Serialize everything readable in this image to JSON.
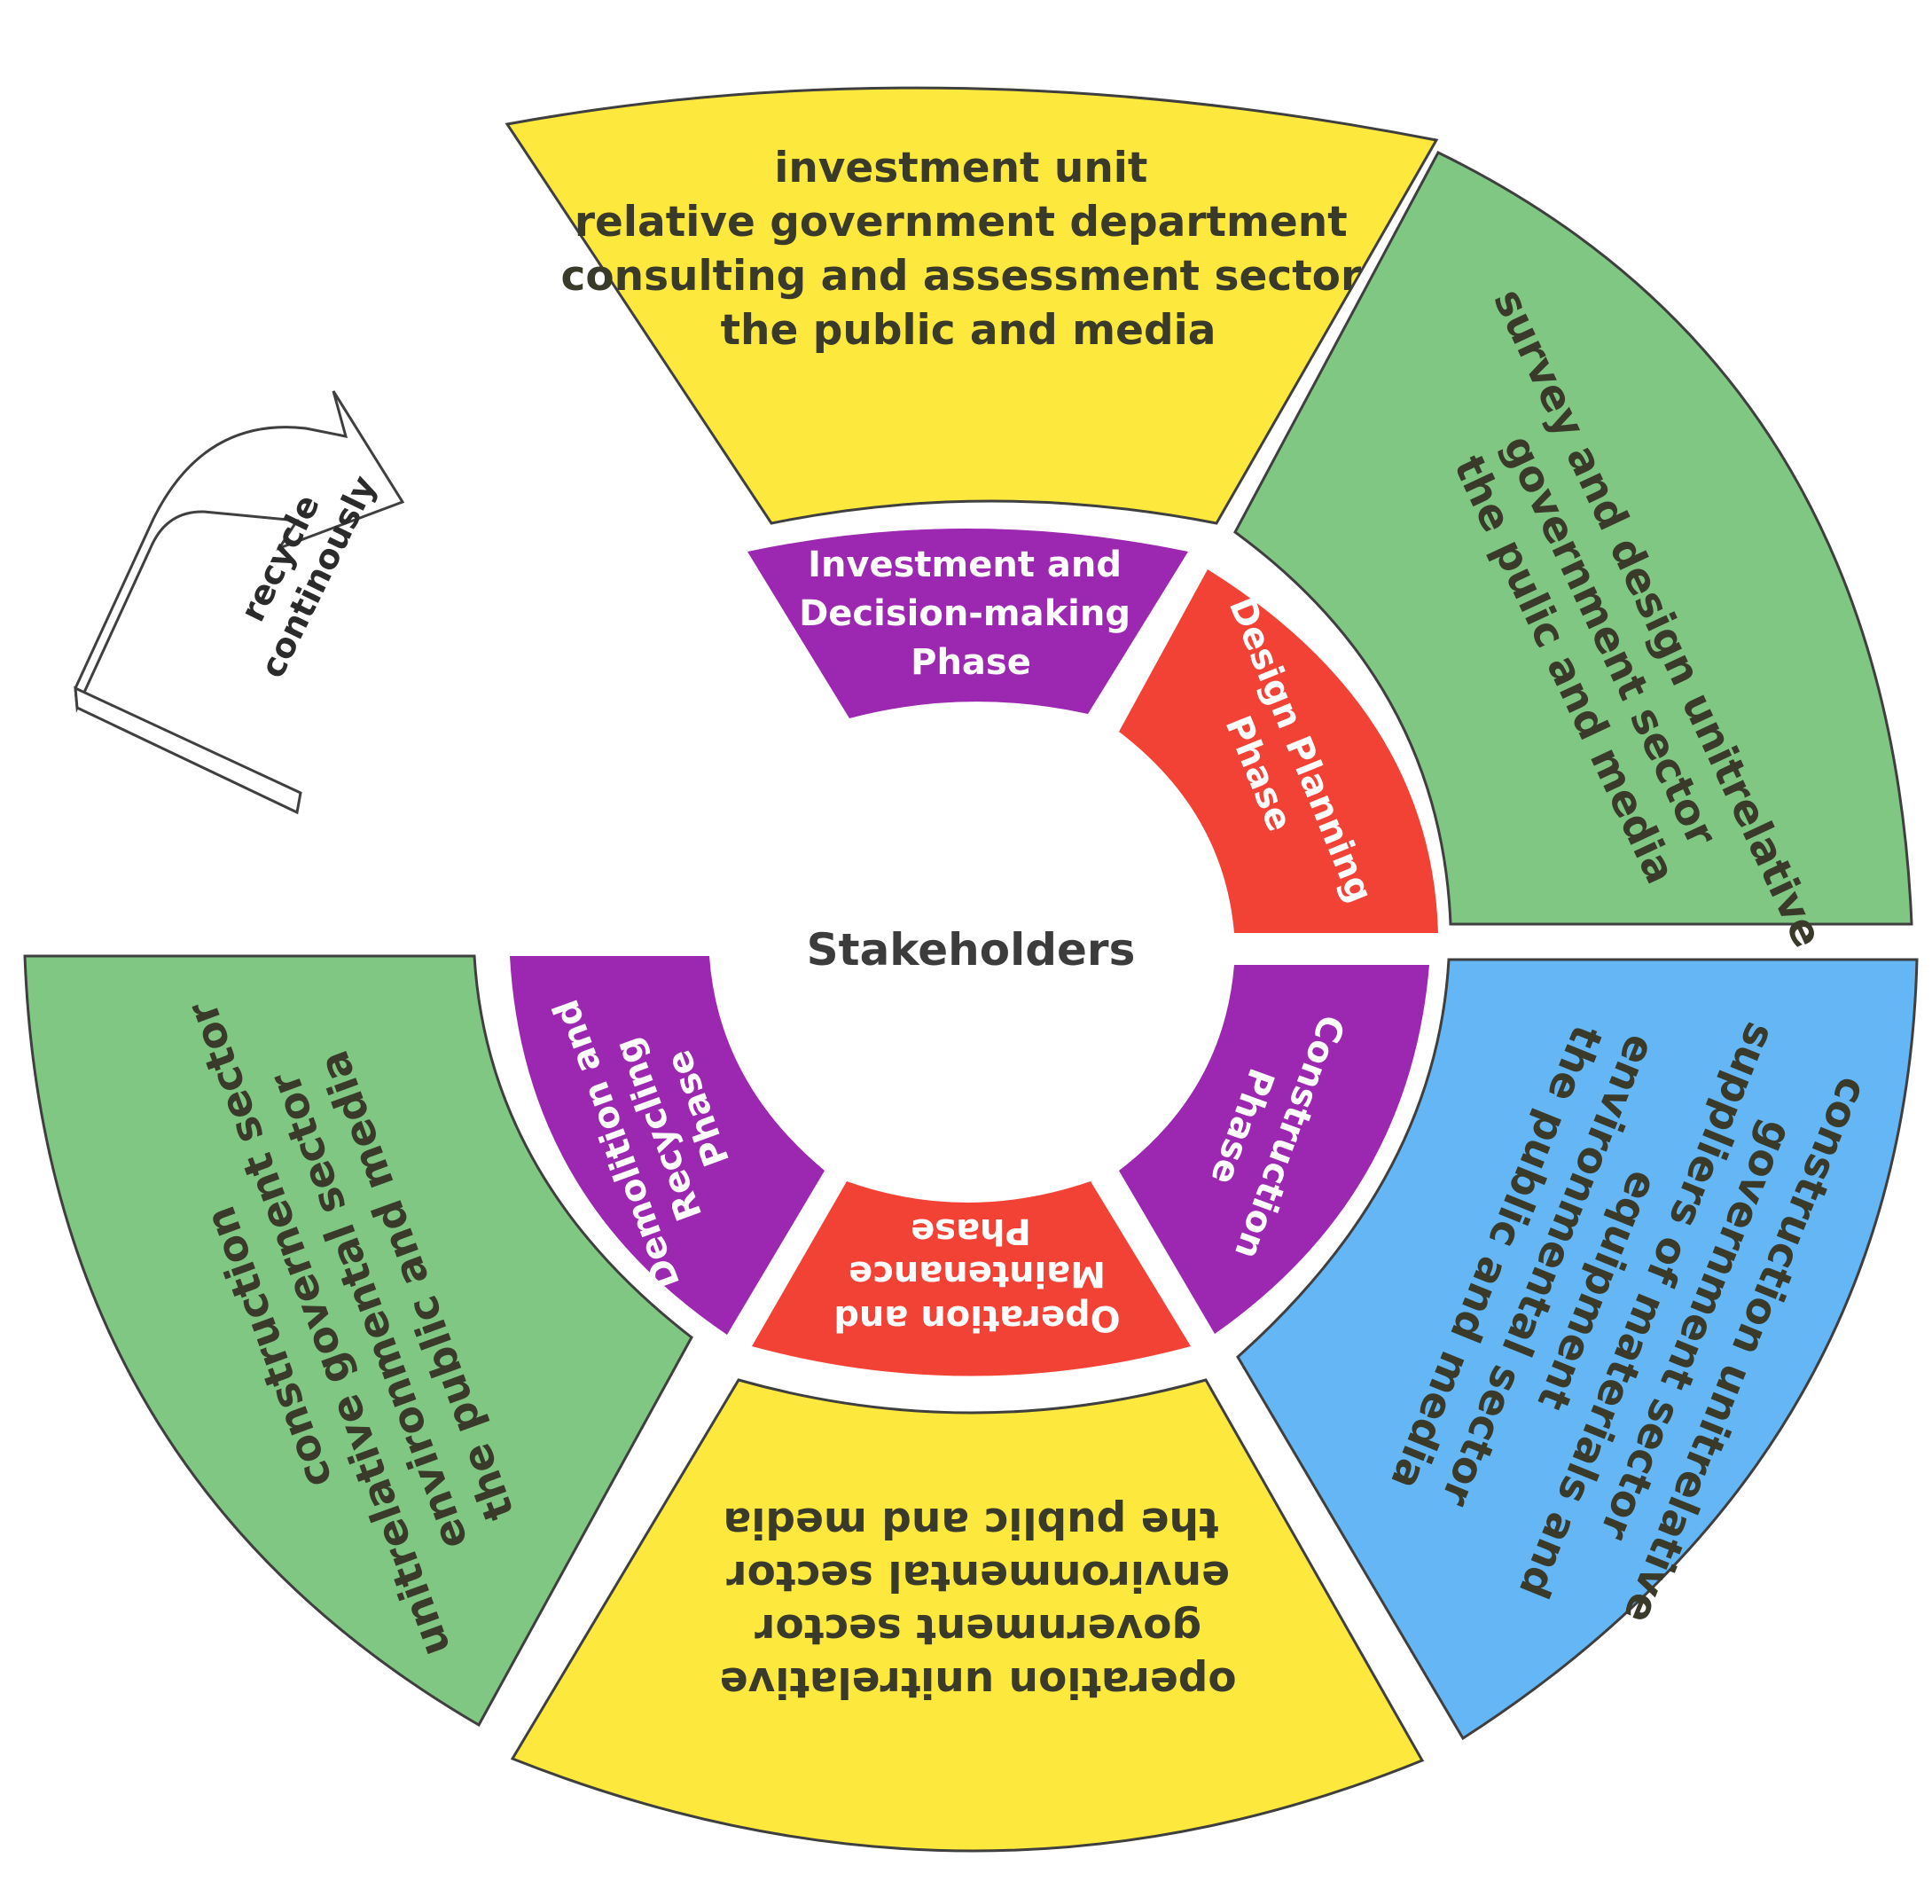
{
  "center": {
    "label": "Stakeholders"
  },
  "colors": {
    "yellow": "#FDE93E",
    "green": "#80C783",
    "blue": "#64B6F4",
    "purple": "#9C27B0",
    "red": "#F24236",
    "outline": "#3F3F3F"
  },
  "recycle_arrow": {
    "line1": "recycle",
    "line2": "continously"
  },
  "phases": [
    {
      "id": "investment",
      "color": "#9C27B0",
      "lines": [
        "Investment and",
        "Decision-making",
        "Phase"
      ]
    },
    {
      "id": "design",
      "color": "#F24236",
      "lines": [
        "Design Planning",
        "Phase"
      ]
    },
    {
      "id": "construction",
      "color": "#9C27B0",
      "lines": [
        "Construction",
        "Phase"
      ]
    },
    {
      "id": "operation",
      "color": "#F24236",
      "lines": [
        "Operation and",
        "Maintenance",
        "Phase"
      ]
    },
    {
      "id": "demolition",
      "color": "#9C27B0",
      "lines": [
        "Demolition and",
        "Recycling",
        "Phase"
      ]
    }
  ],
  "stakeholder_sectors": [
    {
      "id": "investment",
      "color": "#FDE93E",
      "lines": [
        "investment unit",
        "relative government department",
        "consulting and assessment sector",
        "the public and media"
      ]
    },
    {
      "id": "design",
      "color": "#80C783",
      "lines": [
        "survey and design unitrelative",
        "government sector",
        "the pulic and media"
      ]
    },
    {
      "id": "construction",
      "color": "#64B6F4",
      "lines": [
        "construction unitrelative",
        "government sector",
        "suppliers of materials and",
        "equipment",
        "environmental sector",
        "the public and media"
      ]
    },
    {
      "id": "operation",
      "color": "#FDE93E",
      "lines": [
        "operation unitrelative",
        "government sector",
        "environmental   sector",
        "the public and media"
      ]
    },
    {
      "id": "demolition",
      "color": "#80C783",
      "lines": [
        "construction",
        "unitrelative governent sector",
        "environmental sector",
        "the public and media"
      ]
    }
  ]
}
